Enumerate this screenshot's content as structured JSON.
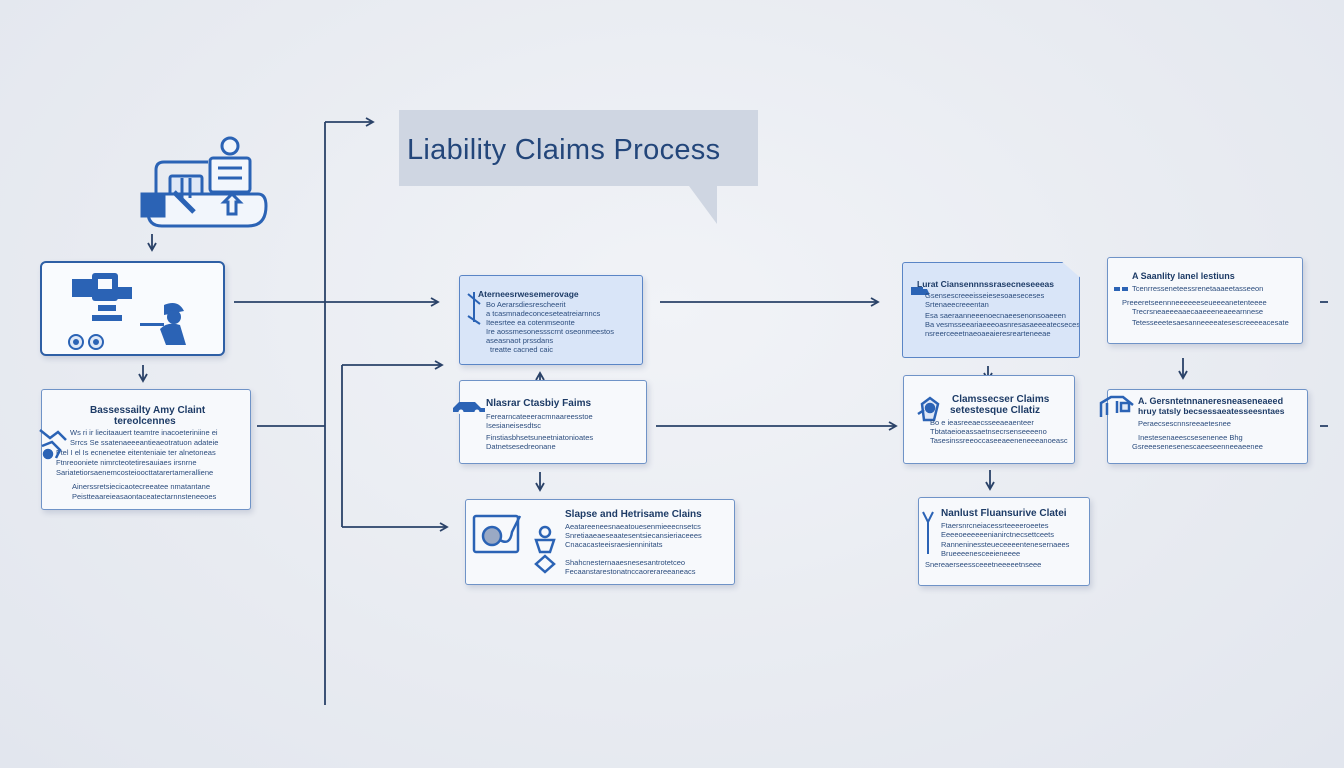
{
  "diagram": {
    "title": "Liability  Claims  Process",
    "colors": {
      "accent": "#2e5fa5",
      "line": "#2a4268",
      "card_border": "#6f93c7",
      "highlight_fill": "#d9e5f8"
    },
    "cards": [
      {
        "id": "intake",
        "title": "",
        "lines": [],
        "icons": [
          "equipment-icon",
          "worker-icon",
          "gear-icon"
        ]
      },
      {
        "id": "left-claims",
        "title": "Bassessailty Amy Claint",
        "subtitle": "tereolcennes",
        "lines": [
          "Ws ri ir liecitaauert teamtre inacoeteriniine ei",
          "Srrcs Se ssatenaeeeantieaeotratuon adateie",
          "Ftel I el Is ecnenetee eitenteniaie ter alnetoneas",
          "Ftnreooniete nimrcteotetiresauiaes irsnrne",
          "Sariatetiorsaenemcosteioocttatarertameralliene",
          "Ainerssretsiecicaotecreeatee nmatantane",
          "Peistteaareieasaontaceatectarnnsteneeoes"
        ],
        "icons": [
          "hands-icon"
        ]
      },
      {
        "id": "mid-top",
        "title": "Aterneesrwesemerovage",
        "lines": [
          "Bo Aerarsdiesrescheerit",
          "a tcasmnadeconceseteatreiarnncs",
          "Iteesrtee ea cotenmseonte",
          "Ire aossmesonessscrnt oseonmeestos",
          "aseasnaot prssdans",
          "treatte cacned caic"
        ],
        "icons": [
          "tool-icon"
        ]
      },
      {
        "id": "mid-center",
        "title": "Nlasrar Ctasbiy Faims",
        "lines": [
          "Ferearncateeeracmnaareesstoe",
          "Isesianeisesdtsc",
          "Finstiasbhsetsuneetniatonioates",
          "Datnetsesedreonane"
        ],
        "icons": [
          "car-icon"
        ]
      },
      {
        "id": "mid-bottom",
        "title": "Slapse and Hetrisame Clains",
        "lines": [
          "Aeatareeneesnaeatouesenmieeecnsetcs",
          "Snretiaaeaeseaatesentsiecansieriaceees",
          "Cnacacasteeisraesienninitats",
          "Shahcnesternaaesnesesantrotetceo",
          "Fecaanstarestonatnccaorerareeaneacs"
        ],
        "icons": [
          "person-icon",
          "award-icon"
        ]
      },
      {
        "id": "right-top",
        "title": "Lurat Ciansennnssrasecneseeeas",
        "lines": [
          "Gsensescreeeisseiesesoaeseceses",
          "Srtenaeecreeentan",
          "Esa saeraanneeenoecnaeesenonsoaeeen",
          "Ba vesmsseeariaeeeoasnresasaeeeatecseces",
          "nsreerceeetnaeoaeaieresrearteneeae"
        ],
        "icons": [
          "truck-icon"
        ]
      },
      {
        "id": "right-center",
        "title": "Clamssecser Claims",
        "subtitle": "setestesque Cllatiz",
        "lines": [
          "Bo e ieasreeaecsseeaeaenteer",
          "Tbtataeioeassaetnsecrsenseeeeno",
          "Tasesinssreeoccaseeaeeneneeeanoeasc"
        ],
        "icons": [
          "clipboard-icon"
        ]
      },
      {
        "id": "right-bottom",
        "title": "Nanlust Fluansurive Clatei",
        "lines": [
          "Ftaersnrcneiacessrteeeeroeetes",
          "Eeeeoeeeeeenianirctnecsettceets",
          "Ranneninessteueceeeentenesernaees",
          "Brueeeenesceeieneeee",
          "Snereaerseessceeetneeeeetnseee"
        ],
        "icons": [
          "pen-icon"
        ]
      },
      {
        "id": "far-top",
        "title": "A Saanlity lanel lestiuns",
        "lines": [
          "Tcenrresseneteessrenetaaaeetasseeon",
          "Preeeretseennneeeeeeseueeeanetenteeee",
          "Trecrsneaeeeaaecaaeeeneaeearnnese",
          "Tetesseeetesaesanneeeeatesescreeeeacesate"
        ],
        "icons": [
          "bullet-icon"
        ]
      },
      {
        "id": "far-center",
        "title": "A. Gersntetnnaneresneaseneaeed",
        "subtitle": "hruy tatsly becsessaeatesseesntaes",
        "lines": [
          "Peraecsescnnsreeaetesnee",
          "Inestesenaeescsesenenee Bhg",
          "Gsreeesenesenescaeeseenneeaeenee"
        ],
        "icons": [
          "scale-icon"
        ]
      }
    ]
  }
}
